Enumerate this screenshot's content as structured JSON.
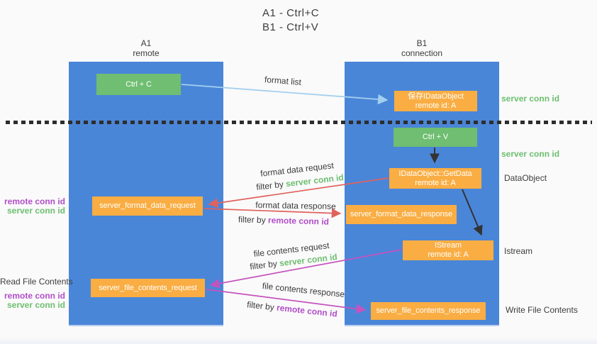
{
  "title": {
    "line1": "A1 - Ctrl+C",
    "line2": "B1 - Ctrl+V"
  },
  "columns": {
    "a1": {
      "name": "A1",
      "subtitle": "remote"
    },
    "b1": {
      "name": "B1",
      "subtitle": "connection"
    }
  },
  "boxes": {
    "ctrl_c": {
      "label": "Ctrl + C"
    },
    "ctrl_v": {
      "label": "Ctrl + V"
    },
    "save_idataobject": {
      "line1": "保存IDataObject",
      "line2": "remote id: A"
    },
    "getdata": {
      "line1": "IDataObject::GetData",
      "line2": "remote id: A"
    },
    "format_request": {
      "label": "server_format_data_request"
    },
    "format_response": {
      "label": "server_format_data_response"
    },
    "istream": {
      "line1": "IStream",
      "line2": "remote id: A"
    },
    "file_request": {
      "label": "server_file_contents_request"
    },
    "file_response": {
      "label": "server_file_contents_response"
    }
  },
  "left_labels": {
    "format_remote_conn": "remote conn id",
    "format_server_conn": "server conn id",
    "read_file_contents": "Read File Contents",
    "file_remote_conn": "remote conn id",
    "file_server_conn": "server conn id"
  },
  "right_labels": {
    "server_conn_top": "server conn id",
    "server_conn_mid": "server conn id",
    "dataobject": "DataObject",
    "istream": "Istream",
    "write_file_contents": "Write File Contents"
  },
  "flow_labels": {
    "format_list": "format list",
    "format_data_request": "format data request",
    "format_data_response": "format data response",
    "file_contents_request": "file contents request",
    "file_contents_response": "file contents response",
    "filter_by_prefix": "filter by ",
    "server_conn_id": "server conn id",
    "remote_conn_id": "remote conn id"
  },
  "colors": {
    "column_blue": "#4A86D8",
    "box_orange": "#F9AD42",
    "box_green": "#6FBE71",
    "arrow_red": "#E0625D",
    "arrow_magenta": "#C553BE",
    "arrow_lightblue": "#A3CFEE",
    "arrow_black": "#333333",
    "text_green": "#6DBE70",
    "text_purple": "#B14EC8",
    "text_dark": "#3D3D3D"
  }
}
